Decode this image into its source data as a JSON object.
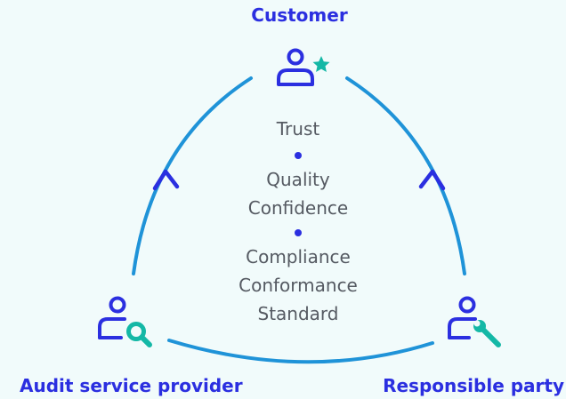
{
  "colors": {
    "background": "#f1fbfb",
    "arc": "#1f93d8",
    "arrow": "#2b2fe0",
    "icon_primary": "#2b2fe0",
    "icon_accent": "#14b8a6",
    "label": "#2b2fe0",
    "center_text": "#555a62",
    "dot": "#2b2fe0"
  },
  "nodes": {
    "customer": {
      "label": "Customer",
      "icon": "person-star-icon"
    },
    "audit": {
      "label": "Audit service provider",
      "icon": "person-magnifier-icon"
    },
    "responsible": {
      "label": "Responsible party",
      "icon": "person-wrench-icon"
    }
  },
  "center": {
    "group1": [
      "Trust"
    ],
    "group2": [
      "Quality",
      "Confidence"
    ],
    "group3": [
      "Compliance",
      "Conformance",
      "Standard"
    ]
  }
}
